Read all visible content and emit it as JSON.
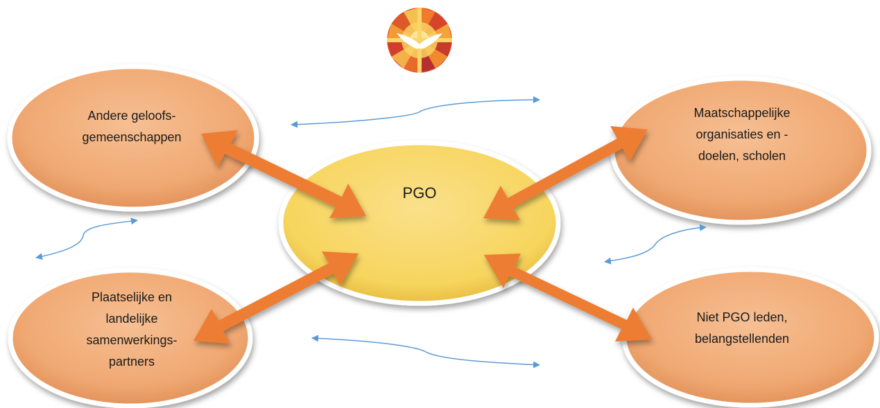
{
  "center": {
    "label": "PGO"
  },
  "nodes": {
    "top_left": {
      "label": "Andere geloofs-\ngemeenschappen"
    },
    "top_right": {
      "label": "Maatschappelijke\norganisaties en -\ndoelen, scholen"
    },
    "bottom_left": {
      "label": "Plaatselijke en\nlandelijke\nsamenwerkings-\npartners"
    },
    "bottom_right": {
      "label": "Niet PGO leden,\nbelangstellenden"
    }
  },
  "logo": {
    "icon": "pkn-dove-logo-icon"
  },
  "colors": {
    "node_fill": "#f0a872",
    "center_fill": "#f7d55e",
    "thick_arrow": "#ed7d31",
    "thin_arrow": "#5b9bd5"
  }
}
